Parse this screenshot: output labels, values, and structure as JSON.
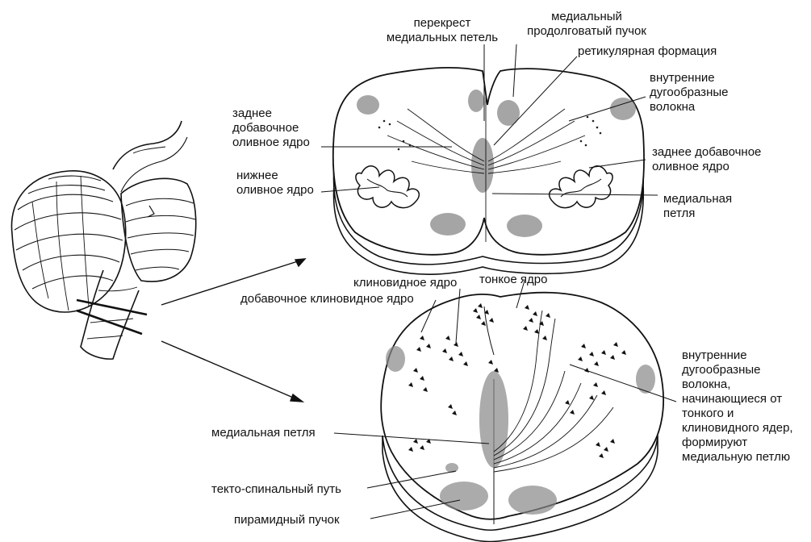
{
  "labels": {
    "decussation": "перекрест\nмедиальных петель",
    "mlf": "медиальный\nпродолговатый пучок",
    "reticular": "ретикулярная формация",
    "internal_arcuate_top": "внутренние\nдугообразные\nволокна",
    "post_accessory_left": "заднее\nдобавочное\nоливное ядро",
    "post_accessory_right": "заднее добавочное\nоливное ядро",
    "inferior_olive": "нижнее\nоливное ядро",
    "medial_lemniscus_top": "медиальная\nпетля",
    "cuneate": "клиновидное ядро",
    "gracile": "тонкое ядро",
    "accessory_cuneate": "добавочное клиновидное ядро",
    "internal_arcuate_bottom": "внутренние\nдугообразные\nволокна,\nначинающиеся от\nтонкого и\nклиновидного ядер,\nформируют\nмедиальную петлю",
    "medial_lemniscus_bottom": "медиальная петля",
    "tectospinal": "текто-спинальный путь",
    "pyramidal": "пирамидный пучок"
  },
  "colors": {
    "ink": "#111111",
    "stipple": "#888888",
    "paper": "#ffffff"
  }
}
